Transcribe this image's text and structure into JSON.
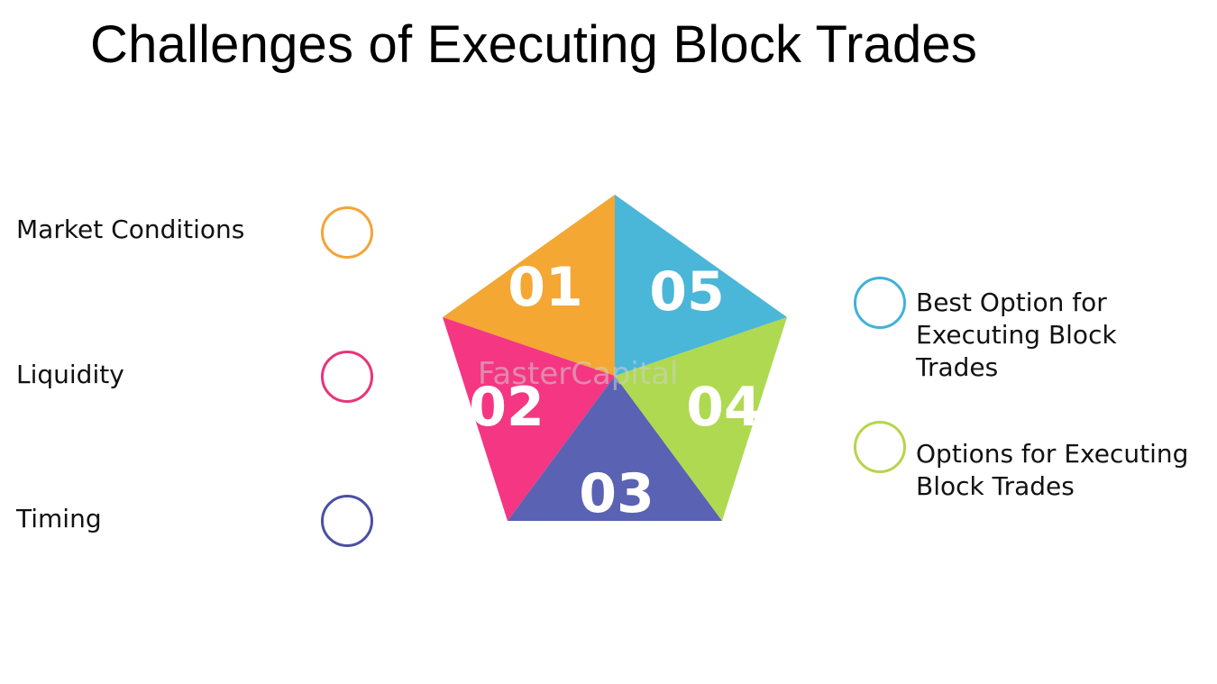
{
  "title": "Challenges of Executing Block Trades",
  "watermark": "FasterCapital",
  "left_items": [
    {
      "label": "Market Conditions",
      "color": "#F4A43A"
    },
    {
      "label": "Liquidity",
      "color": "#E9347A"
    },
    {
      "label": "Timing",
      "color": "#4B50A3"
    }
  ],
  "right_items": [
    {
      "label": "Best Option for\nExecuting Block\nTrades",
      "color": "#3FB3D8"
    },
    {
      "label": "Options for Executing\nBlock Trades",
      "color": "#B5D64A"
    }
  ],
  "segments": [
    {
      "number": "01",
      "color": "#F4A733",
      "icon": "segment-orange"
    },
    {
      "number": "02",
      "color": "#F43683",
      "icon": "segment-pink"
    },
    {
      "number": "03",
      "color": "#5A62B3",
      "icon": "segment-indigo"
    },
    {
      "number": "04",
      "color": "#AED951",
      "icon": "segment-lime"
    },
    {
      "number": "05",
      "color": "#4AB6D8",
      "icon": "segment-sky"
    }
  ]
}
